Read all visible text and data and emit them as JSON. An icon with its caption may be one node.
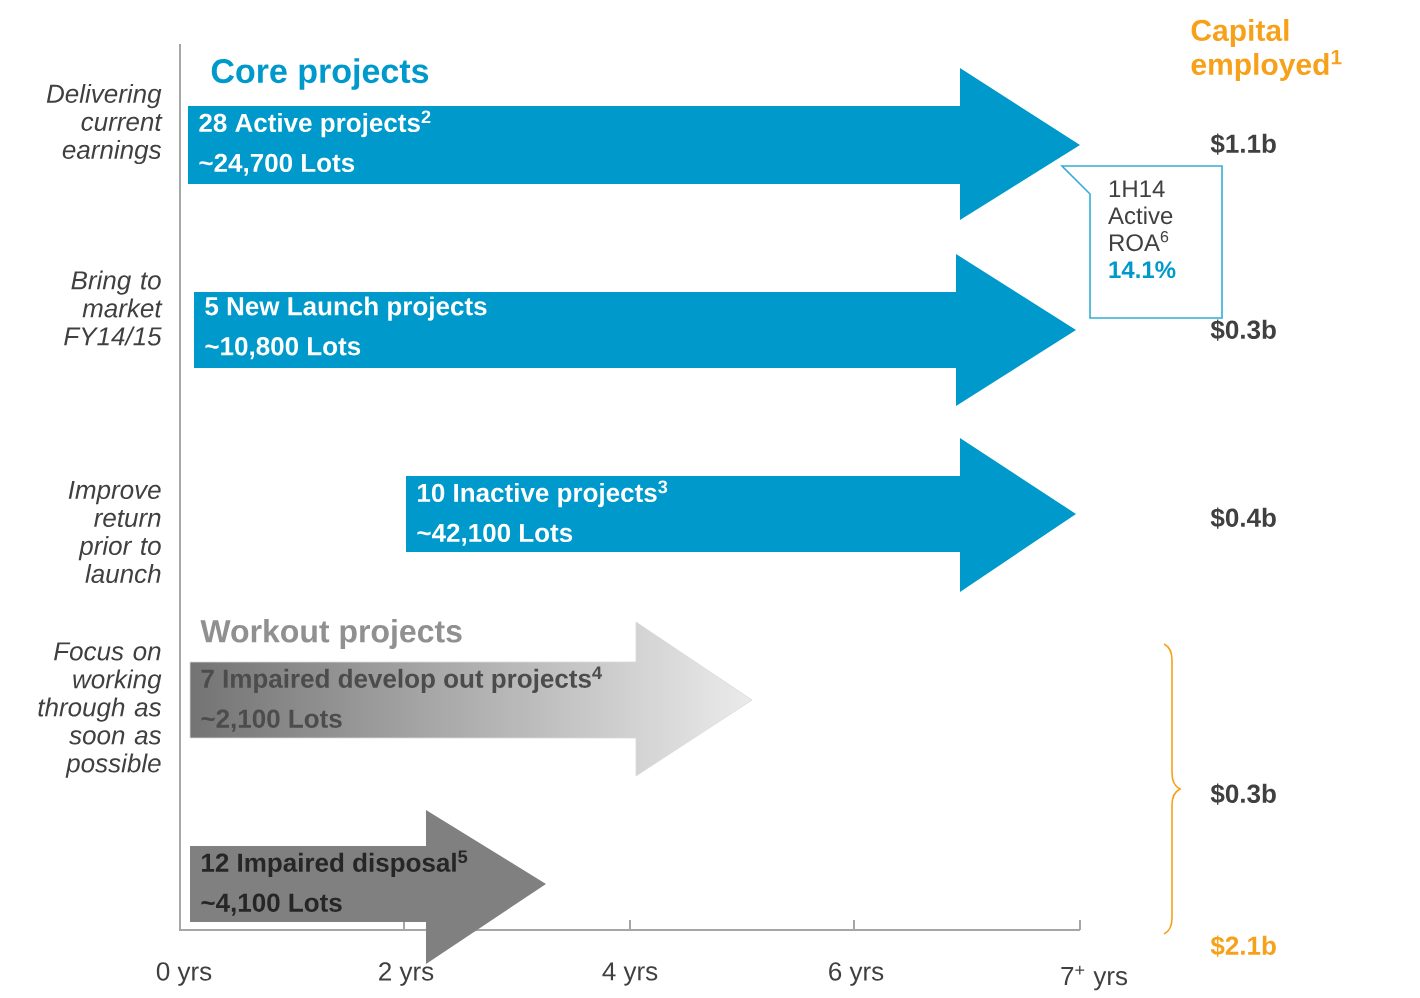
{
  "diagram": {
    "nodes": [
      {
        "text": [
          "28 Active projects$^{2}$",
          "~24,700 Lots"
        ]
      },
      {
        "text": [
          "5 New Launch projects",
          "~10,800 Lots"
        ]
      },
      {
        "text": [
          "10 Inactive projects$^{3}$",
          "~42,100 Lots"
        ]
      },
      {
        "text": [
          "7 Impaired develop out projects$^{4}$",
          "~2,100 Lots"
        ]
      },
      {
        "text": [
          "12 Impaired disposal$^{5}$",
          "~4,100 Lots"
        ]
      },
      {
        "text": [
          "1H14 Active ROA$^{6}$",
          "14.1%"
        ]
      }
    ],
    "labels": [
      "Core projects",
      "Capital employed$^{1}$",
      "Delivering current earnings",
      "$1.1b",
      "Bring to market FY14/15",
      "$0.3b",
      "Improve return prior to launch",
      "$0.4b",
      "Workout projects",
      "Focus on working through as soon as possible",
      "$0.3b",
      "$2.1b",
      "0 yrs",
      "2 yrs",
      "4 yrs",
      "6 yrs",
      "7$^{+}$ yrs"
    ]
  }
}
